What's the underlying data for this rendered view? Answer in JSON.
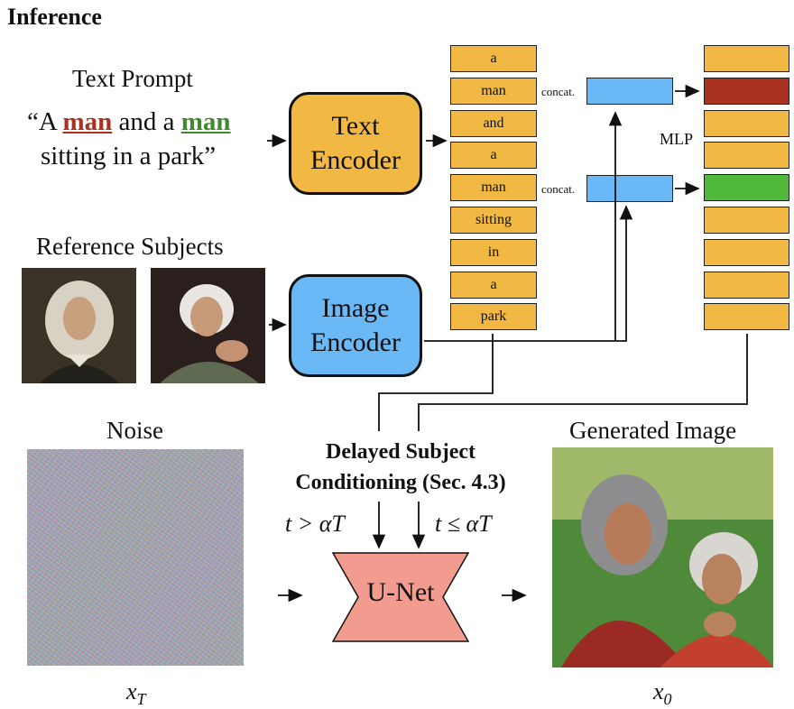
{
  "title": "Inference",
  "text_prompt": {
    "label": "Text Prompt",
    "line1_pre": "“A ",
    "word1": "man",
    "line1_mid": " and a ",
    "word2": "man",
    "line2": "sitting in a park”"
  },
  "text_encoder": {
    "line1": "Text",
    "line2": "Encoder"
  },
  "image_encoder": {
    "line1": "Image",
    "line2": "Encoder"
  },
  "reference_subjects": {
    "label": "Reference Subjects",
    "subjects": [
      "newton-portrait",
      "einstein-portrait"
    ]
  },
  "tokens": [
    "a",
    "man",
    "and",
    "a",
    "man",
    "sitting",
    "in",
    "a",
    "park"
  ],
  "concat_label": "concat.",
  "mlp_label": "MLP",
  "noise": {
    "label": "Noise",
    "var_main": "x",
    "var_sub": "T"
  },
  "delayed": {
    "line1": "Delayed Subject",
    "line2": "Conditioning (Sec. 4.3)"
  },
  "cond": {
    "left": "t > αT",
    "right": "t ≤ αT"
  },
  "unet": {
    "label": "U-Net"
  },
  "generated": {
    "label": "Generated Image",
    "var_main": "x",
    "var_sub": "0"
  },
  "colors": {
    "token_fill": "#f1b944",
    "image_encoder_fill": "#6ab8f5",
    "red_token": "#a8321f",
    "green_token": "#4fb83a",
    "unet_fill": "#f29b8f"
  }
}
